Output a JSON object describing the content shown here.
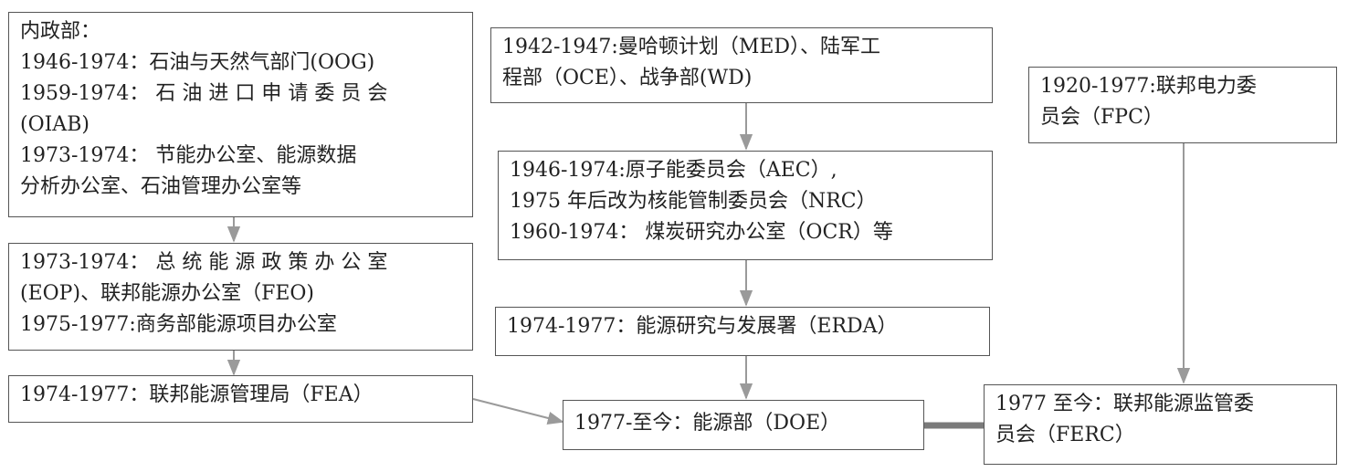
{
  "colors": {
    "border": "#555555",
    "arrow": "#9a9a9a",
    "thick_link": "#7a7a7a"
  },
  "boxes": {
    "interior": [
      "内政部：",
      "1946-1974：石油与天然气部门(OOG)",
      "1959-1974： 石 油 进 口 申 请 委 员 会",
      "(OIAB)",
      "1973-1974： 节能办公室、能源数据",
      "分析办公室、石油管理办公室等"
    ],
    "eop": [
      "1973-1974： 总 统 能 源 政 策 办 公 室",
      "(EOP)、联邦能源办公室（FEO)",
      "1975-1977:商务部能源项目办公室"
    ],
    "fea": [
      "1974-1977：联邦能源管理局（FEA）"
    ],
    "med": [
      "1942-1947:曼哈顿计划（MED）、陆军工",
      "程部（OCE）、战争部(WD)"
    ],
    "aec": [
      "1946-1974:原子能委员会（AEC）,",
      "1975 年后改为核能管制委员会（NRC）",
      "1960-1974： 煤炭研究办公室（OCR）等"
    ],
    "erda": [
      "1974-1977：能源研究与发展署（ERDA）"
    ],
    "doe": [
      "1977-至今：能源部（DOE）"
    ],
    "fpc": [
      "1920-1977:联邦电力委",
      "员会（FPC）"
    ],
    "ferc": [
      "1977 至今：联邦能源监管委",
      "员会（FERC）"
    ]
  }
}
